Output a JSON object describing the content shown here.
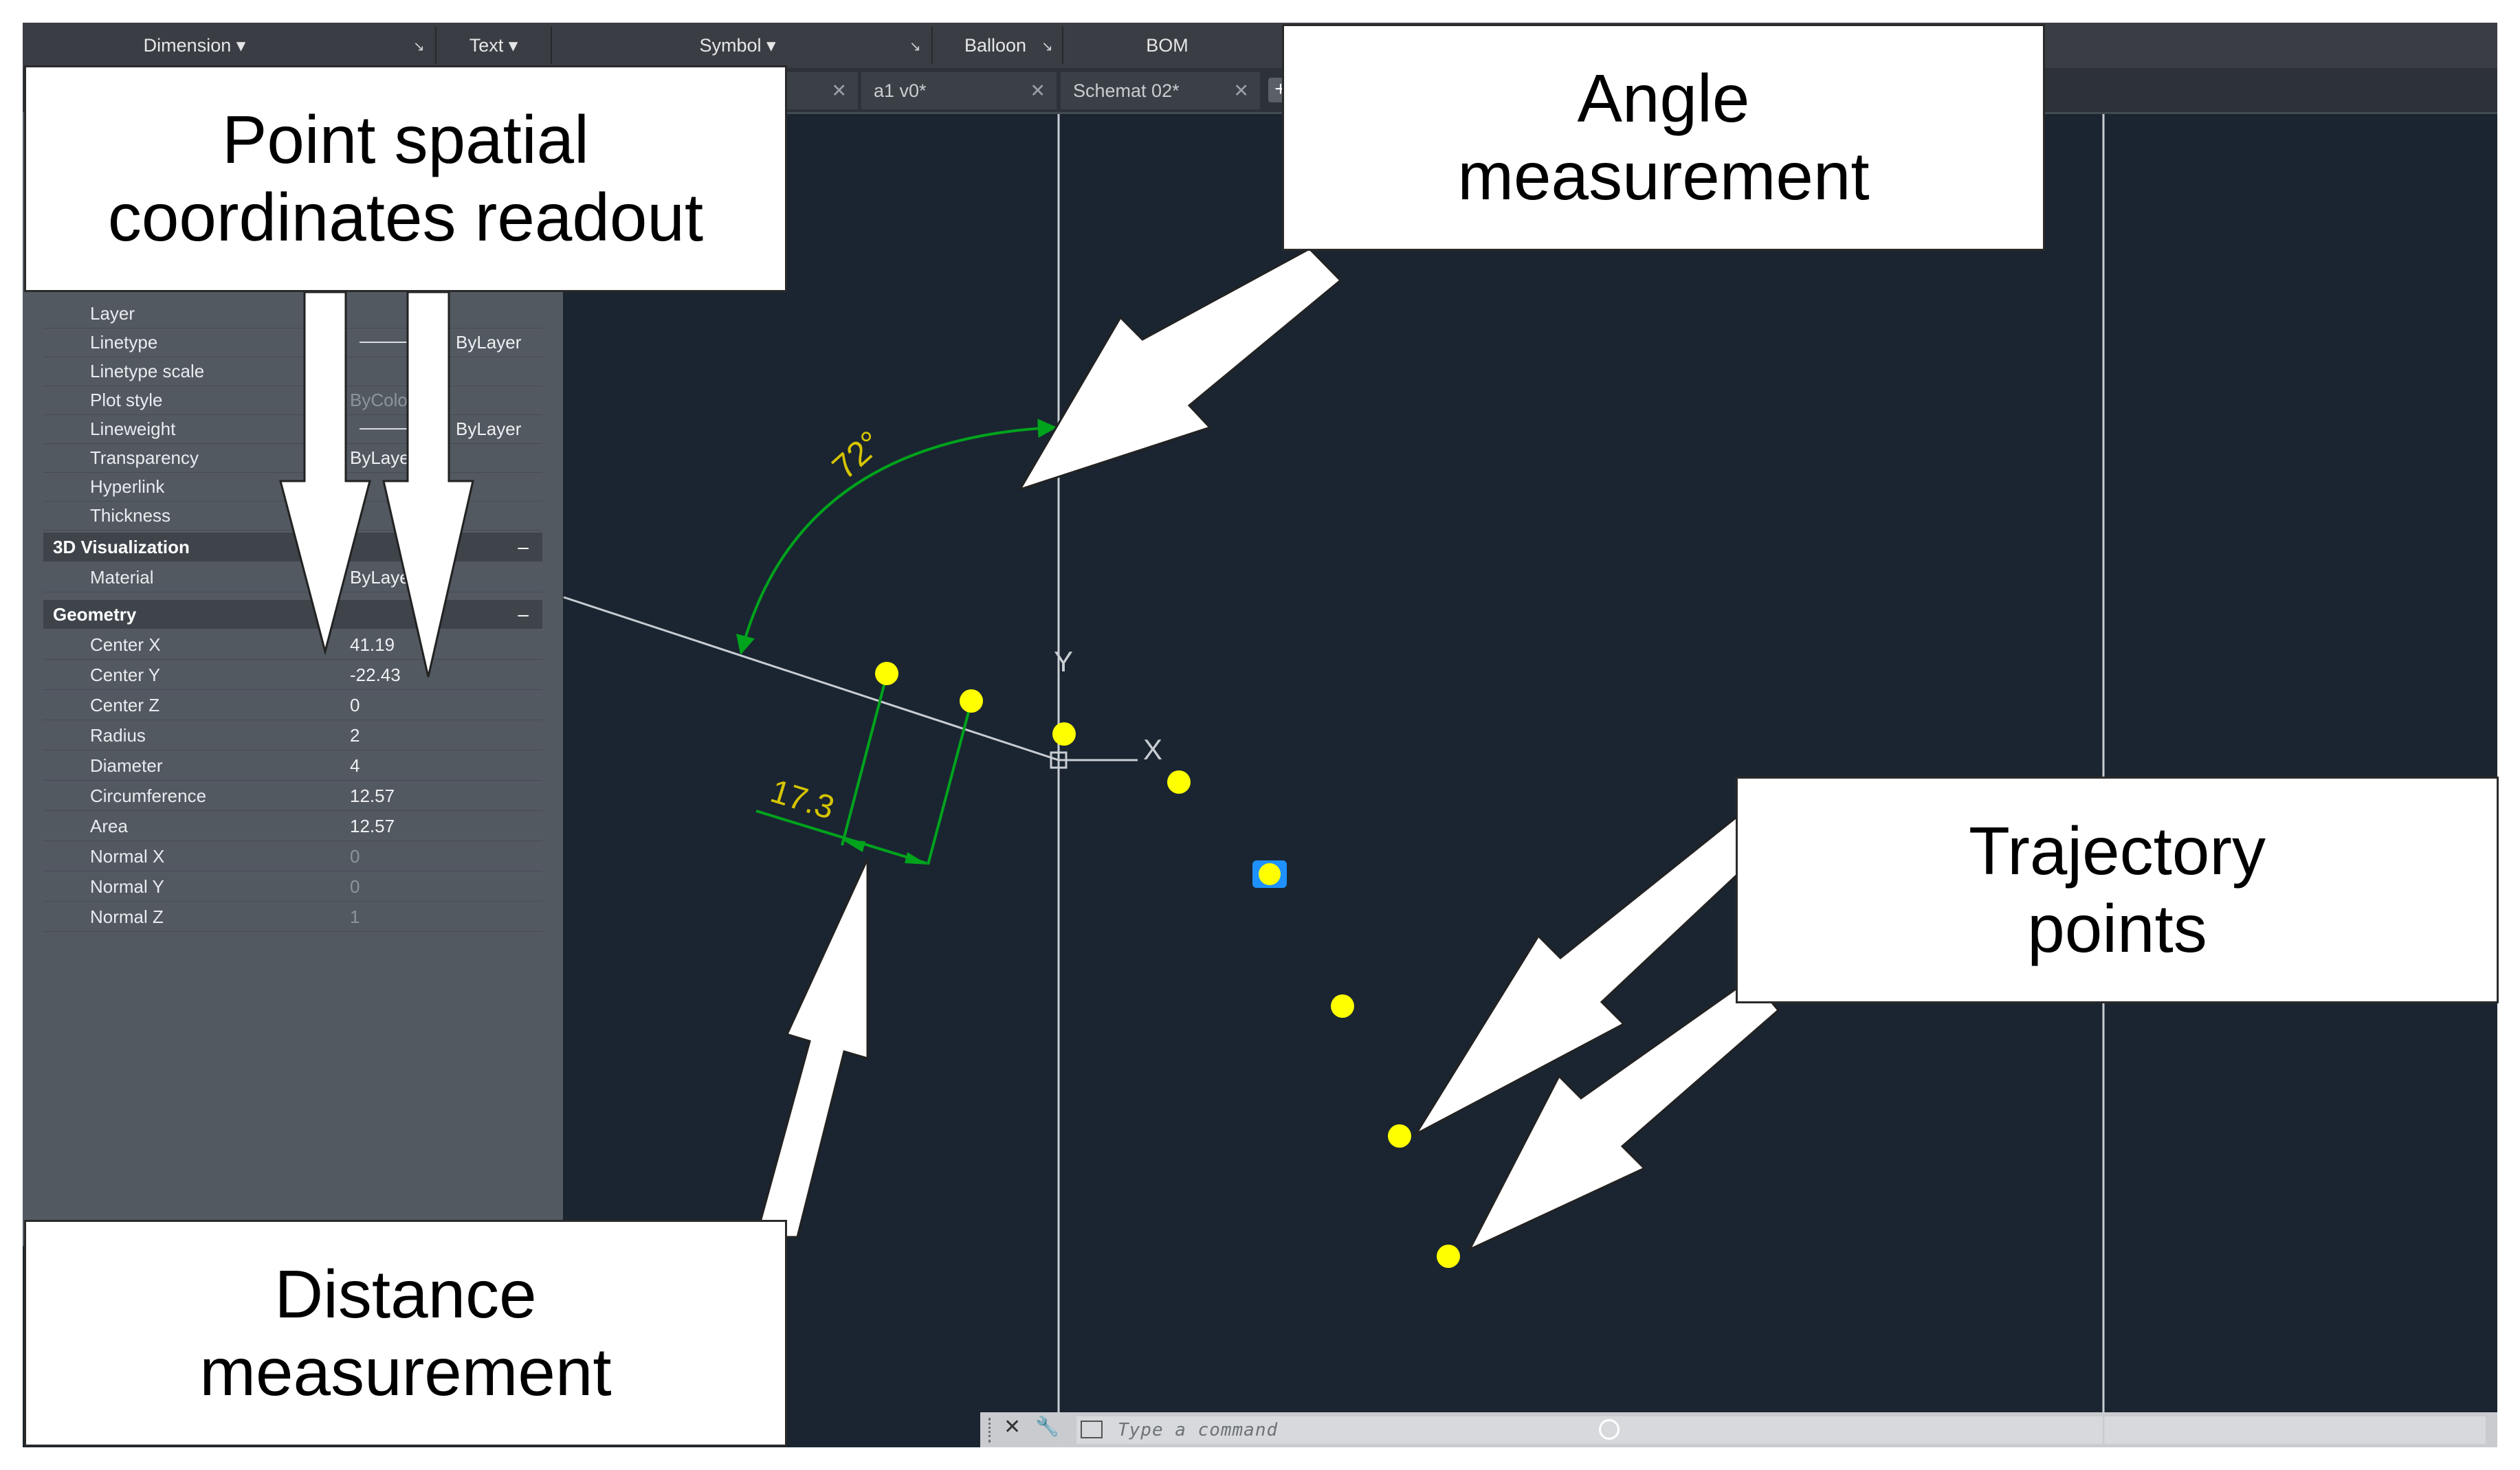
{
  "ribbon": {
    "panels": [
      {
        "label": "Dimension",
        "dropdown": true
      },
      {
        "label": "Text",
        "dropdown": true
      },
      {
        "label": "Symbol",
        "dropdown": true
      },
      {
        "label": "Balloon",
        "dropdown": false
      },
      {
        "label": "BOM",
        "dropdown": false
      }
    ],
    "expand_glyph": "↘",
    "dropdown_glyph": "▾"
  },
  "tabs": {
    "items": [
      {
        "label": "a1 v0*"
      },
      {
        "label": "Schemat 02*"
      }
    ],
    "close_glyph": "✕",
    "add_glyph": "+"
  },
  "properties": {
    "general_rows": [
      {
        "label": "Layer",
        "value": ""
      },
      {
        "label": "Linetype",
        "value": "ByLayer",
        "swatch": true
      },
      {
        "label": "Linetype scale",
        "value": ""
      },
      {
        "label": "Plot style",
        "value": "ByColor",
        "dim": true
      },
      {
        "label": "Lineweight",
        "value": "ByLayer",
        "swatch": true
      },
      {
        "label": "Transparency",
        "value": "ByLayer"
      },
      {
        "label": "Hyperlink",
        "value": ""
      },
      {
        "label": "Thickness",
        "value": ""
      }
    ],
    "viz_section": {
      "title": "3D Visualization",
      "toggle": "–"
    },
    "viz_rows": [
      {
        "label": "Material",
        "value": "ByLayer"
      }
    ],
    "geo_section": {
      "title": "Geometry",
      "toggle": "–"
    },
    "geo_rows": [
      {
        "label": "Center X",
        "value": "41.19"
      },
      {
        "label": "Center Y",
        "value": "-22.43"
      },
      {
        "label": "Center Z",
        "value": "0"
      },
      {
        "label": "Radius",
        "value": "2"
      },
      {
        "label": "Diameter",
        "value": "4"
      },
      {
        "label": "Circumference",
        "value": "12.57"
      },
      {
        "label": "Area",
        "value": "12.57"
      },
      {
        "label": "Normal X",
        "value": "0",
        "dim": true
      },
      {
        "label": "Normal Y",
        "value": "0",
        "dim": true
      },
      {
        "label": "Normal Z",
        "value": "1",
        "dim": true
      }
    ]
  },
  "canvas": {
    "angle_label": "72°",
    "distance_label": "17.3",
    "ucs_x": "X",
    "ucs_y": "Y",
    "dimension_color": "#00a31c",
    "dimension_text_color": "#d6c400",
    "point_color": "#ffff00",
    "highlight_color": "#1e90ff"
  },
  "command_line": {
    "placeholder": "Type a command",
    "close_glyph": "✕",
    "wrench_glyph": "🔧"
  },
  "callouts": {
    "coords": "Point spatial coordinates readout",
    "angle": "Angle measurement",
    "trajectory": "Trajectory points",
    "distance": "Distance measurement"
  }
}
